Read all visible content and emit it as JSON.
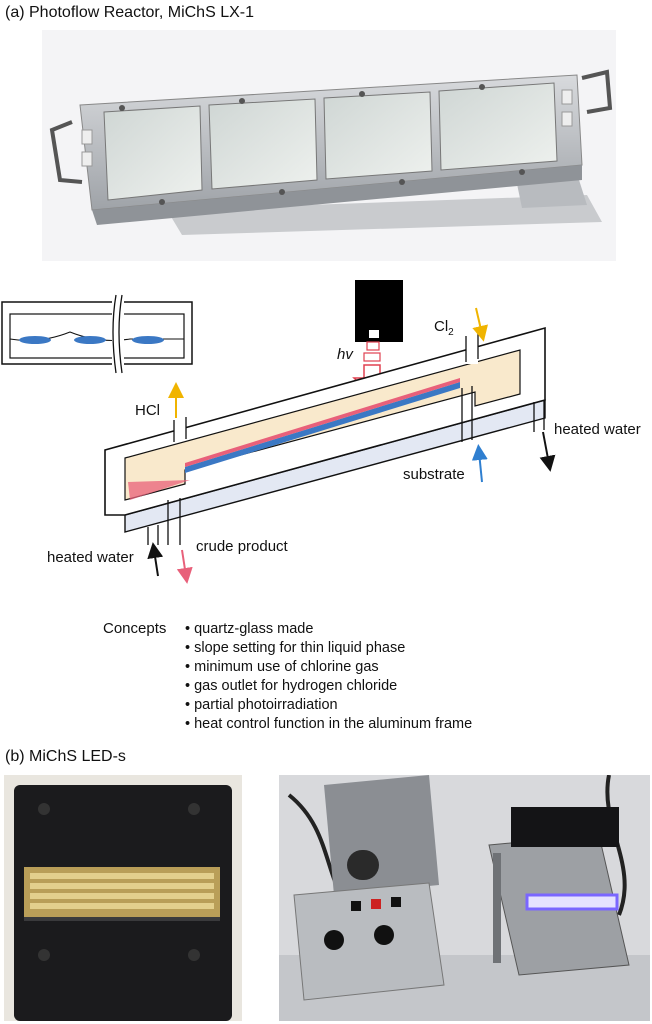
{
  "panel_a": {
    "title": "(a) Photoflow Reactor, MiChS LX-1",
    "photo": "photoflow-reactor-photo"
  },
  "diagram": {
    "hv": "hv",
    "cl": "Cl",
    "cl_sub": "2",
    "hcl": "HCl",
    "heated_water_right": "heated water",
    "heated_water_left": "heated water",
    "substrate": "substrate",
    "crude_product": "crude product",
    "colors": {
      "liquid": "#f9e9cc",
      "substrate_stream": "#3b78c4",
      "product": "#e8607a",
      "chlorine_arrow": "#f0b400",
      "substrate_arrow": "#2f7fd0",
      "water_jacket": "#e3e8f3"
    }
  },
  "concepts": {
    "heading": "Concepts",
    "items": [
      "quartz-glass made",
      "slope setting for thin liquid phase",
      "minimum use of chlorine gas",
      "gas outlet for hydrogen chloride",
      "partial photoirradiation",
      "heat control function in the aluminum frame"
    ]
  },
  "panel_b": {
    "title": "(b) MiChS LED-s",
    "photo_left": "led-module-photo",
    "photo_right": "led-setup-photo"
  }
}
